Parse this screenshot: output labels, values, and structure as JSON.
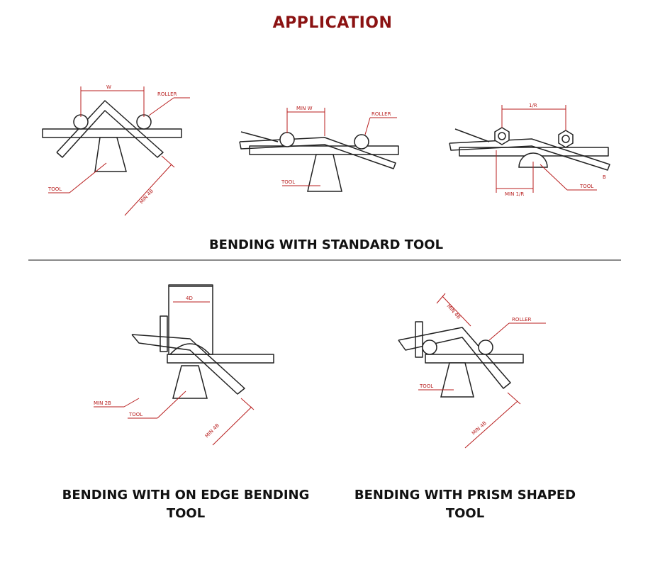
{
  "title": "APPLICATION",
  "section_standard": {
    "caption": "BENDING WITH STANDARD TOOL",
    "figure_1": {
      "dim_top": "W",
      "roller": "ROLLER",
      "tool": "TOOL",
      "min_leg": "MIN 4B"
    },
    "figure_2": {
      "dim_top": "MIN W",
      "roller": "ROLLER",
      "tool": "TOOL"
    },
    "figure_3": {
      "dim_top": "1/R",
      "min_bottom": "MIN 1/R",
      "tool": "TOOL",
      "side": "B"
    }
  },
  "section_edge": {
    "caption_line1": "BENDING WITH ON EDGE BENDING",
    "caption_line2": "TOOL",
    "dim_top": "4D",
    "min_label": "MIN 2B",
    "tool": "TOOL",
    "min_leg": "MIN 4B"
  },
  "section_prism": {
    "caption_line1": "BENDING WITH PRISM SHAPED",
    "caption_line2": "TOOL",
    "dim_top": "MIN 4B",
    "roller": "ROLLER",
    "tool": "TOOL",
    "min_leg": "MIN 4B"
  },
  "colors": {
    "title": "#8b1212",
    "dimension": "#b81e1e",
    "linework": "#222222"
  }
}
